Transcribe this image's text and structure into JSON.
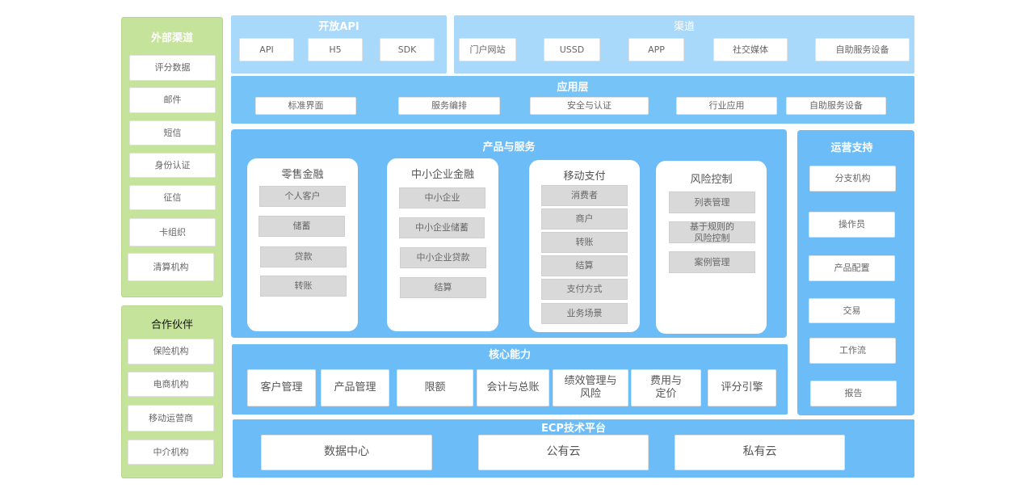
{
  "external": {
    "title": "外部渠道",
    "items": [
      "评分数据",
      "邮件",
      "短信",
      "身份认证",
      "征信",
      "卡组织",
      "清算机构"
    ]
  },
  "partners": {
    "title": "合作伙伴",
    "items": [
      "保险机构",
      "电商机构",
      "移动运营商",
      "中介机构"
    ]
  },
  "open_api": {
    "title": "开放API",
    "items": [
      "API",
      "H5",
      "SDK"
    ]
  },
  "channels": {
    "title": "渠道",
    "items": [
      "门户网站",
      "USSD",
      "APP",
      "社交媒体",
      "自助服务设备"
    ]
  },
  "app_layer": {
    "title": "应用层",
    "items": [
      "标准界面",
      "服务编排",
      "安全与认证",
      "行业应用",
      "自助服务设备"
    ]
  },
  "products": {
    "title": "产品与服务",
    "cards": [
      {
        "title": "零售金融",
        "items": [
          "个人客户",
          "储蓄",
          "贷款",
          "转账"
        ]
      },
      {
        "title": "中小企业金融",
        "items": [
          "中小企业",
          "中小企业储蓄",
          "中小企业贷款",
          "结算"
        ]
      },
      {
        "title": "移动支付",
        "items": [
          "消费者",
          "商户",
          "转账",
          "结算",
          "支付方式",
          "业务场景"
        ]
      },
      {
        "title": "风险控制",
        "items": [
          "列表管理",
          "基于规则的\n风险控制",
          "案例管理"
        ]
      }
    ]
  },
  "operations": {
    "title": "运营支持",
    "items": [
      "分支机构",
      "操作员",
      "产品配置",
      "交易",
      "工作流",
      "报告"
    ]
  },
  "core": {
    "title": "核心能力",
    "items": [
      "客户管理",
      "产品管理",
      "限额",
      "会计与总账",
      "绩效管理与\n风险",
      "费用与\n定价",
      "评分引擎"
    ]
  },
  "ecp": {
    "title": "ECP技术平台",
    "items": [
      "数据中心",
      "公有云",
      "私有云"
    ]
  }
}
